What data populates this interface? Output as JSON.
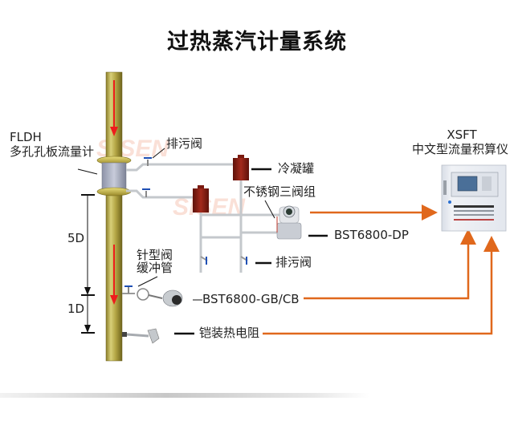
{
  "title": "过热蒸汽计量系统",
  "labels": {
    "flowmeter_model": "FLDH",
    "flowmeter_name": "多孔孔板流量计",
    "drain_valve_top": "排污阀",
    "condenser": "冷凝罐",
    "three_valve_group": "不锈钢三阀组",
    "dp_transmitter": "BST6800-DP",
    "drain_valve_bottom": "排污阀",
    "needle_valve": "针型阀",
    "buffer_tube": "缓冲管",
    "pressure_transmitter": "BST6800-GB/CB",
    "rtd": "铠装热电阻",
    "dim_5d": "5D",
    "dim_1d": "1D",
    "totalizer_model": "XSFT",
    "totalizer_name": "中文型流量积算仪"
  },
  "colors": {
    "pipe": "#a89b3c",
    "flow_arrow": "#ee1c1c",
    "signal_line": "#e0681c",
    "impulse_pipe": "#c8ccd0",
    "condenser": "#8b1d12",
    "valve_handle": "#1e4fb4"
  }
}
